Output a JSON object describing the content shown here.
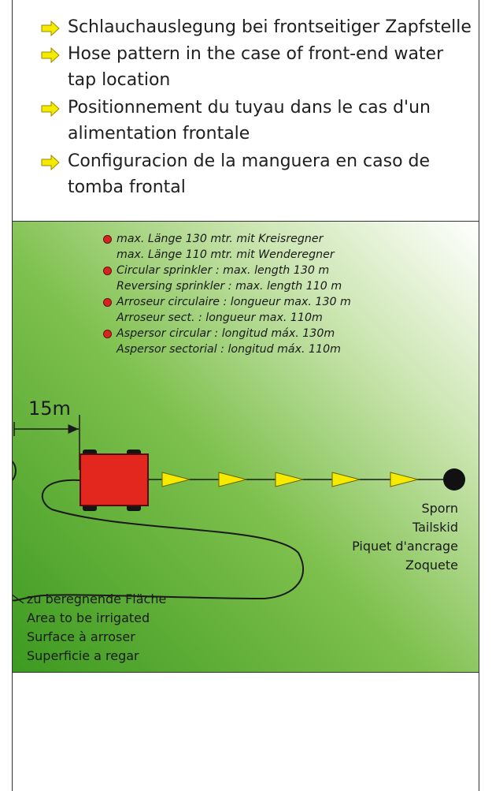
{
  "header": {
    "items": [
      "Schlauchauslegung bei frontseitiger Zapfstelle",
      "Hose pattern in the case of front-end water tap location",
      "Positionnement du tuyau dans le cas d'un alimentation frontale",
      "Configuracion de la manguera en caso de tomba frontal"
    ]
  },
  "notes": [
    "max. Länge 130 mtr. mit Kreisregner",
    "max. Länge 110 mtr. mit Wenderegner",
    "Circular sprinkler : max. length 130 m",
    "Reversing sprinkler : max. length 110 m",
    "Arroseur circulaire : longueur max. 130 m",
    "Arroseur sect. : longueur max. 110m",
    "Aspersor circular : longitud máx. 130m",
    "Aspersor sectorial : longitud máx. 110m"
  ],
  "distance_label": "15m",
  "anchor_labels": [
    "Sporn",
    "Tailskid",
    "Piquet d'ancrage",
    "Zoquete"
  ],
  "area_labels": [
    "zu beregnende Fläche",
    "Area to be irrigated",
    "Surface à arroser",
    "Superficie a regar"
  ],
  "colors": {
    "arrow": "#f5ea00",
    "bullet_dot": "#d5251f",
    "cart": "#e3261e",
    "green_dark": "#3d9a20",
    "green_light": "#cde6b3"
  }
}
